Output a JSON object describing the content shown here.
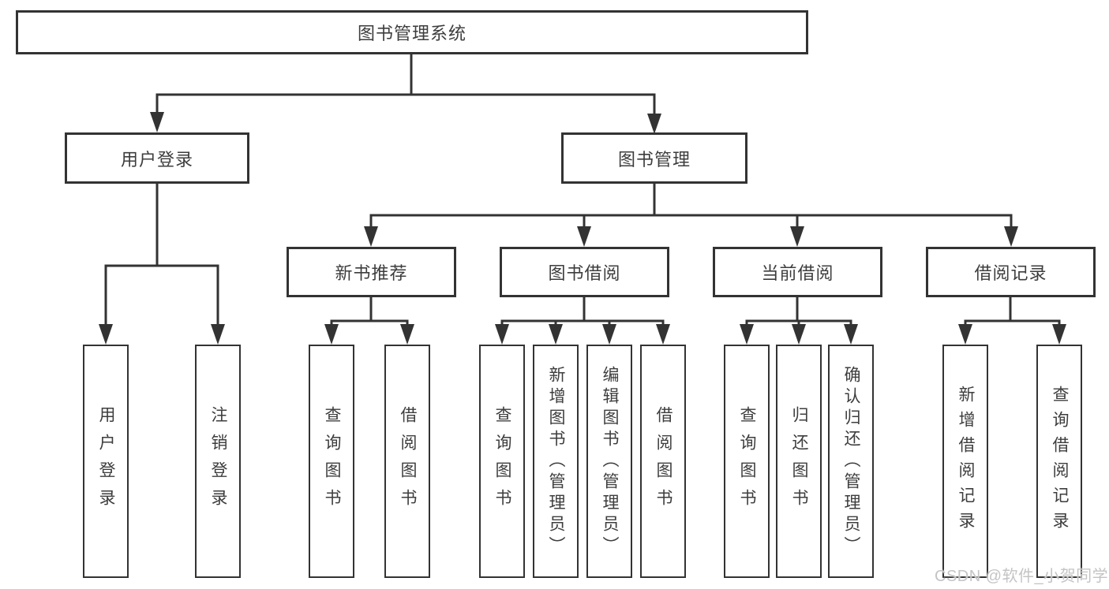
{
  "colors": {
    "line": "#333333",
    "box_border": "#333333",
    "text": "#3d3d3d",
    "watermark": "#c4c4c4",
    "background": "#ffffff"
  },
  "watermark": {
    "text": "CSDN @软件_小贺同学"
  },
  "diagram": {
    "type": "hierarchy-tree",
    "root": {
      "label": "图书管理系统",
      "children": [
        {
          "label": "用户登录",
          "children": [
            {
              "label": "用户登录"
            },
            {
              "label": "注销登录"
            }
          ]
        },
        {
          "label": "图书管理",
          "children": [
            {
              "label": "新书推荐",
              "children": [
                {
                  "label": "查询图书"
                },
                {
                  "label": "借阅图书"
                }
              ]
            },
            {
              "label": "图书借阅",
              "children": [
                {
                  "label": "查询图书"
                },
                {
                  "label": "新增图书（管理员）"
                },
                {
                  "label": "编辑图书（管理员）"
                },
                {
                  "label": "借阅图书"
                }
              ]
            },
            {
              "label": "当前借阅",
              "children": [
                {
                  "label": "查询图书"
                },
                {
                  "label": "归还图书"
                },
                {
                  "label": "确认归还（管理员）"
                }
              ]
            },
            {
              "label": "借阅记录",
              "children": [
                {
                  "label": "新增借阅记录"
                },
                {
                  "label": "查询借阅记录"
                }
              ]
            }
          ]
        }
      ]
    }
  }
}
